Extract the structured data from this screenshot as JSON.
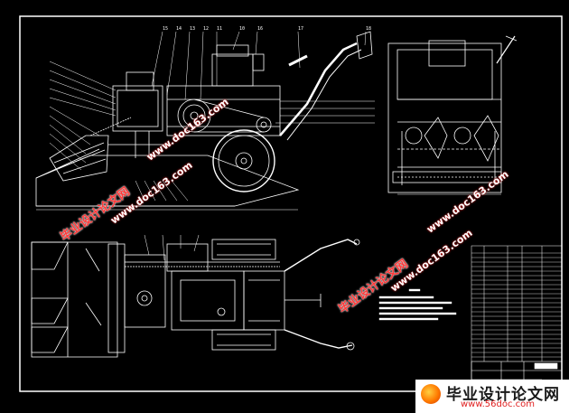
{
  "sheet": {
    "background": "#000000",
    "line_color": "#ffffff",
    "accent_lines": "#ffffff"
  },
  "part_numbers_top": [
    "15",
    "14",
    "13",
    "12",
    "11",
    "10",
    "16",
    "17",
    "18"
  ],
  "watermarks": {
    "cn_text": "毕业设计论文网",
    "site_text": "www.doc163.com",
    "color": "#ff3a3a"
  },
  "logo": {
    "cn_text": "毕业设计论文网",
    "url_text": "www.56doc.com"
  }
}
